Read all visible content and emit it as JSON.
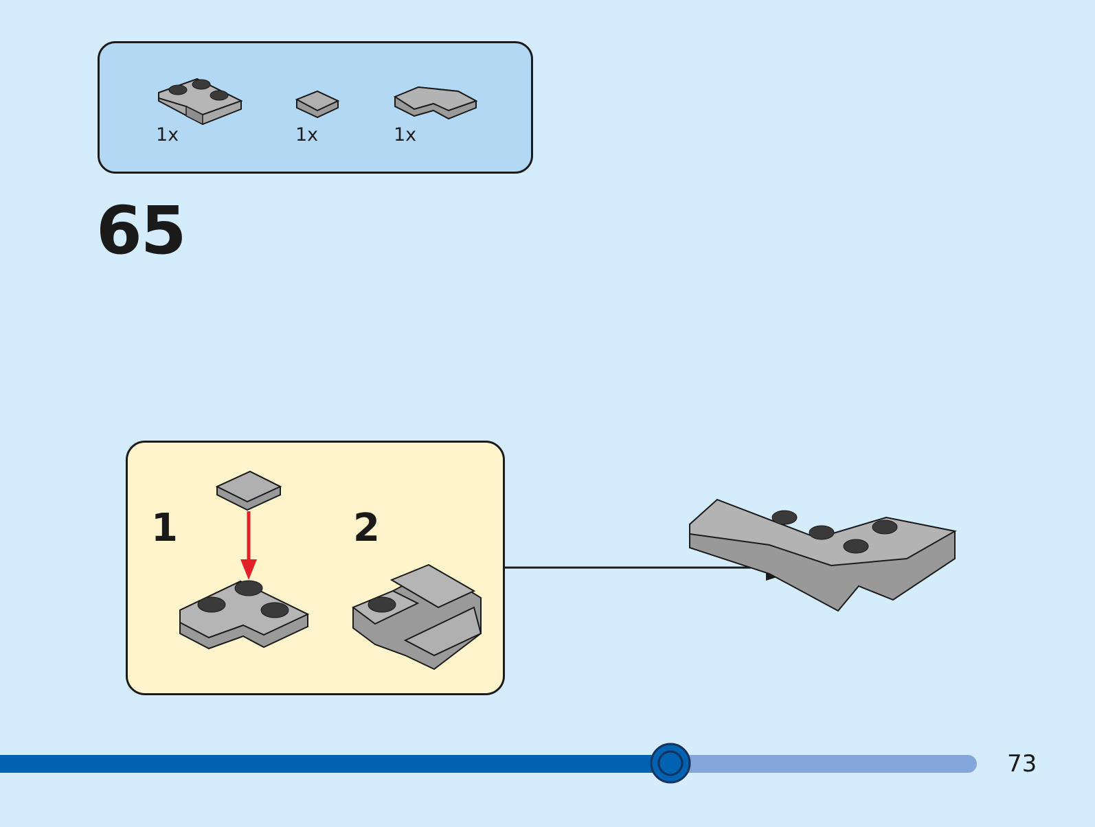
{
  "colors": {
    "page_background": "#d4ecfc",
    "parts_box_background": "#b3d8f3",
    "substep_box_background": "#fff4cc",
    "brick_gray": "#a8a8a8",
    "progress_filled": "#0062b1",
    "progress_empty": "#85a6da",
    "insert_arrow": "#e2202a"
  },
  "parts_list": {
    "items": [
      {
        "icon": "corner-plate-2x2-icon",
        "quantity": "1x"
      },
      {
        "icon": "tile-1x1-icon",
        "quantity": "1x"
      },
      {
        "icon": "wedge-plate-icon",
        "quantity": "1x"
      }
    ]
  },
  "step": {
    "number": "65"
  },
  "substeps": [
    {
      "number": "1"
    },
    {
      "number": "2"
    }
  ],
  "progress": {
    "fraction": 0.62
  },
  "page": {
    "number": "73"
  }
}
